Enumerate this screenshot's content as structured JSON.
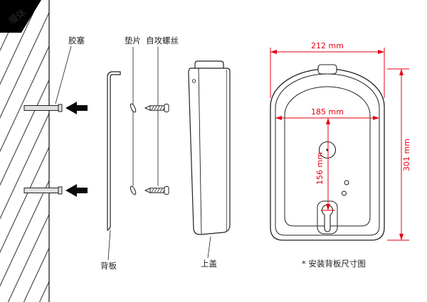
{
  "diagram": {
    "wall_label": "墙体",
    "anchor_label": "胶塞",
    "washer_label": "垫片",
    "screw_label": "自攻螺丝",
    "backplate_label": "背板",
    "cover_label": "上盖",
    "caption": "* 安装背板尺寸图",
    "dimensions": {
      "outer_width": "212 mm",
      "inner_width": "185 mm",
      "outer_height": "301 mm",
      "inner_height": "156 mm"
    },
    "colors": {
      "dimension_red": "#e60012",
      "line_black": "#231f20",
      "wall_header_bg": "#000000"
    }
  }
}
